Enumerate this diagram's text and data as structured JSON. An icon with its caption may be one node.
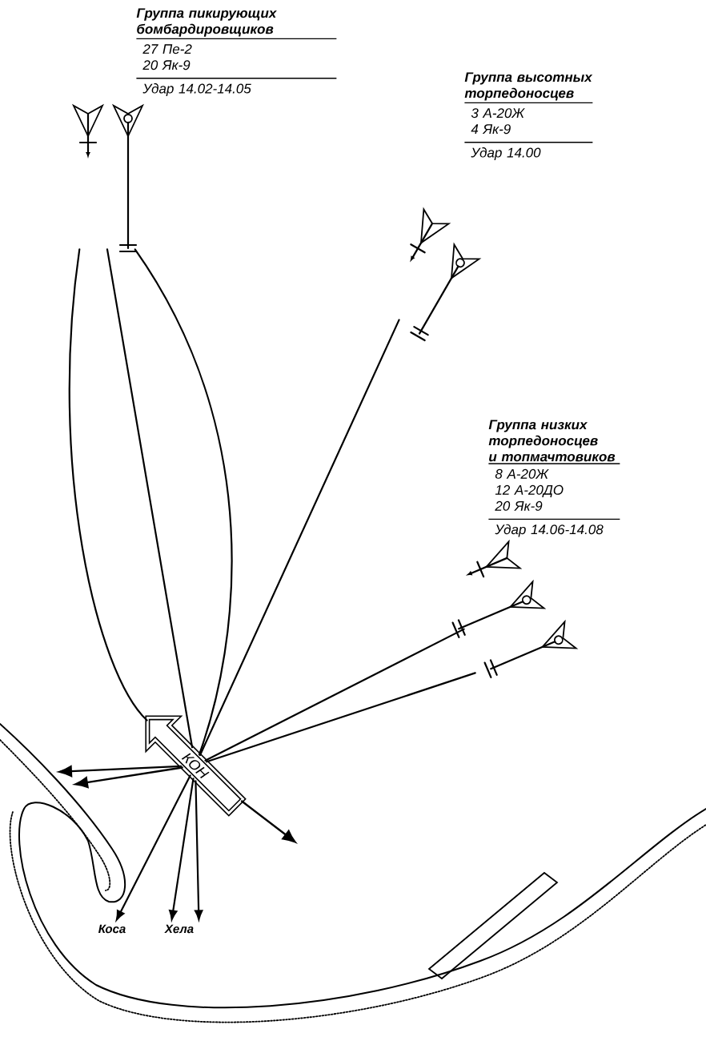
{
  "diagram": {
    "nodes": [
      {
        "text": [
          "Группа пикирующих бомбардировщиков",
          "27 Пе-2",
          "20 Як-9",
          "Удар 14.02-14.05"
        ]
      },
      {
        "text": [],
        "shape": "aircraft"
      },
      {
        "text": [
          "Группа высотных торпедоносцев",
          "3 А-20Ж",
          "4 Як-9",
          "Удар 14.00"
        ]
      },
      {
        "text": [],
        "shape": "aircraft"
      },
      {
        "text": [
          "Группа низких торпедоносцев и топмачтовиков",
          "8 А-20Ж",
          "12 А-20ДО",
          "20 Як-9",
          "Удар 14.06-14.08"
        ]
      },
      {
        "text": [],
        "shape": "aircraft"
      },
      {
        "text": [
          "КОН"
        ]
      },
      {
        "text": [
          "Коса"
        ]
      },
      {
        "text": [
          "Хела"
        ]
      }
    ],
    "edges": [
      {
        "from": 1,
        "to": 6,
        "arrow": "none"
      },
      {
        "from": 1,
        "to": 6,
        "arrow": "none"
      },
      {
        "from": 1,
        "to": 6,
        "arrow": "none"
      },
      {
        "from": 3,
        "to": 6,
        "arrow": "none"
      },
      {
        "from": 5,
        "to": 6,
        "arrow": "none"
      },
      {
        "from": 5,
        "to": 6,
        "arrow": "none"
      },
      {
        "from": 6,
        "to": null,
        "arrow": "to"
      },
      {
        "from": 6,
        "to": null,
        "arrow": "to"
      },
      {
        "from": 6,
        "to": 7,
        "arrow": "to"
      },
      {
        "from": 6,
        "to": 8,
        "arrow": "to"
      },
      {
        "from": 6,
        "to": 8,
        "arrow": "to"
      },
      {
        "from": 6,
        "to": null,
        "arrow": "to"
      }
    ]
  }
}
